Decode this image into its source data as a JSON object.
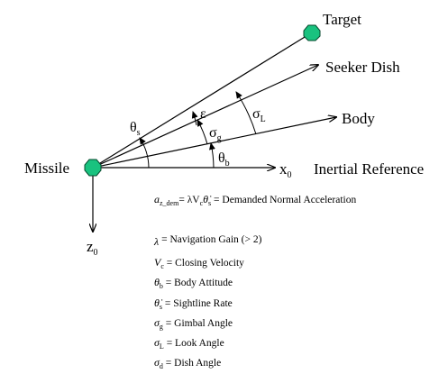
{
  "labels": {
    "target": "Target",
    "seeker_dish": "Seeker Dish",
    "body": "Body",
    "missile": "Missile",
    "x0": "x",
    "x0_sub": "0",
    "z0": "z",
    "z0_sub": "0",
    "inertial_reference": "Inertial Reference"
  },
  "angles": {
    "theta_s": "θ",
    "theta_s_sub": "s",
    "epsilon": "ε",
    "sigma_g": "σ",
    "sigma_g_sub": "g",
    "sigma_L": "σ",
    "sigma_L_sub": "L",
    "theta_b": "θ",
    "theta_b_sub": "b"
  },
  "equation": {
    "lhs": "a",
    "lhs_sub": "z_dem",
    "rhs": "= λV",
    "rhs_sub": "c",
    "rhs_theta": "θ̇",
    "rhs_theta_sub": "s",
    "text": " = Demanded Normal Acceleration"
  },
  "legend": [
    {
      "sym": "λ",
      "sub": "",
      "text": " = Navigation Gain (> 2)"
    },
    {
      "sym": "V",
      "sub": "c",
      "text": " = Closing Velocity"
    },
    {
      "sym": "θ",
      "sub": "b",
      "text": " = Body Attitude"
    },
    {
      "sym": "θ̇",
      "sub": "s",
      "text": " = Sightline Rate"
    },
    {
      "sym": "σ",
      "sub": "g",
      "text": " = Gimbal Angle"
    },
    {
      "sym": "σ",
      "sub": "L",
      "text": " = Look Angle"
    },
    {
      "sym": "σ",
      "sub": "d",
      "text": " = Dish Angle"
    }
  ],
  "colors": {
    "node_fill": "#19c27f",
    "line": "#000000"
  }
}
